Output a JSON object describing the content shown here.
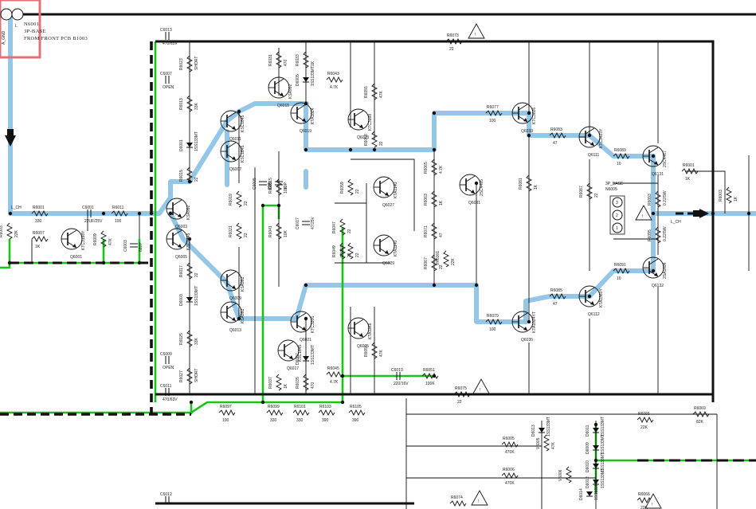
{
  "connector": {
    "name": "N6001",
    "type": "3P-BASE",
    "source": "FROM FRONT PCB B1003",
    "pin_labels": [
      "A_GND",
      "L"
    ]
  },
  "nets": {
    "input": "L_CH",
    "output": "L_CH"
  },
  "output_connector": {
    "name": "N6005",
    "type": "3P_BASE",
    "pins": [
      "3",
      "2",
      "1"
    ]
  },
  "warning_marks": [
    "!",
    "!",
    "!",
    "!",
    "!"
  ],
  "components": {
    "C6013": {
      "ref": "C6013",
      "value": "470/63V"
    },
    "C6011": {
      "ref": "C6011",
      "value": "470/63V"
    },
    "C6009": {
      "ref": "C6009",
      "value": "OPEN"
    },
    "C6007": {
      "ref": "C6007",
      "value": "OPEN"
    },
    "C6001": {
      "ref": "C6001",
      "value": "22UF/25V"
    },
    "C6003": {
      "ref": "C6003",
      "value": "680P"
    },
    "C6005": {
      "ref": "C6005",
      "value": "22P"
    },
    "C6015": {
      "ref": "C6015",
      "value": "10P"
    },
    "C6017": {
      "ref": "C6017",
      "value": "47/25V"
    },
    "C6019": {
      "ref": "C6019",
      "value": "220/16V"
    },
    "C6012": {
      "ref": "C6012",
      "value": ""
    },
    "R6001": {
      "ref": "R6001",
      "value": "330"
    },
    "R6003": {
      "ref": "R6003",
      "value": "22K"
    },
    "R6007": {
      "ref": "R6007",
      "value": "1K"
    },
    "R6009": {
      "ref": "R6009",
      "value": "47K"
    },
    "R6011": {
      "ref": "R6011",
      "value": "100"
    },
    "R6013": {
      "ref": "R6013",
      "value": "33K"
    },
    "R6015": {
      "ref": "R6015",
      "value": "22"
    },
    "R6017": {
      "ref": "R6017",
      "value": "22"
    },
    "R6019": {
      "ref": "R6019",
      "value": "22"
    },
    "R6021": {
      "ref": "R6021",
      "value": "22"
    },
    "R6023": {
      "ref": "R6023",
      "value": "SHORT"
    },
    "R6025": {
      "ref": "R6025",
      "value": "33K"
    },
    "R6027": {
      "ref": "R6027",
      "value": "SHORT"
    },
    "R6029": {
      "ref": "R6029",
      "value": "1K"
    },
    "R6031": {
      "ref": "R6031",
      "value": "470"
    },
    "R6033": {
      "ref": "R6033",
      "value": "1K"
    },
    "R6035": {
      "ref": "R6035",
      "value": "470"
    },
    "R6037": {
      "ref": "R6037",
      "value": "1K"
    },
    "R6039": {
      "ref": "R6039",
      "value": "10K"
    },
    "R6041": {
      "ref": "R6041",
      "value": "10K"
    },
    "R6043": {
      "ref": "R6043",
      "value": "4.7K"
    },
    "R6045": {
      "ref": "R6045",
      "value": "4.7K"
    },
    "R6047": {
      "ref": "R6047",
      "value": "22"
    },
    "R6049": {
      "ref": "R6049",
      "value": "22"
    },
    "R6051": {
      "ref": "R6051",
      "value": "100K"
    },
    "R6053": {
      "ref": "R6053",
      "value": "22"
    },
    "R6055": {
      "ref": "R6055",
      "value": "47K"
    },
    "R6057": {
      "ref": "R6057",
      "value": "47K"
    },
    "R6059": {
      "ref": "R6059",
      "value": "22"
    },
    "R6061": {
      "ref": "R6061",
      "value": "22"
    },
    "R6063": {
      "ref": "R6063",
      "value": "1K"
    },
    "R6065": {
      "ref": "R6065",
      "value": "4.7K"
    },
    "R6067": {
      "ref": "R6067",
      "value": "22"
    },
    "R6069": {
      "ref": "R6069",
      "value": "82K"
    },
    "R6071": {
      "ref": "R6071",
      "value": "47"
    },
    "R6073": {
      "ref": "R6073",
      "value": "22"
    },
    "R6075": {
      "ref": "R6075",
      "value": "22"
    },
    "R6077": {
      "ref": "R6077",
      "value": "100"
    },
    "R6079": {
      "ref": "R6079",
      "value": "100"
    },
    "R6081": {
      "ref": "R6081",
      "value": "1K"
    },
    "R6083": {
      "ref": "R6083",
      "value": "47"
    },
    "R6085": {
      "ref": "R6085",
      "value": "47"
    },
    "R6087": {
      "ref": "R6087",
      "value": "22"
    },
    "R6089": {
      "ref": "R6089",
      "value": "10"
    },
    "R6091": {
      "ref": "R6091",
      "value": "10"
    },
    "R6093": {
      "ref": "R6093",
      "value": "0.22/5W"
    },
    "R6095": {
      "ref": "R6095",
      "value": "0.22/5W"
    },
    "R6097": {
      "ref": "R6097",
      "value": "100"
    },
    "R6099": {
      "ref": "R6099",
      "value": "330"
    },
    "R6101": {
      "ref": "R6101",
      "value": "330"
    },
    "R6103": {
      "ref": "R6103",
      "value": "390"
    },
    "R6105": {
      "ref": "R6105",
      "value": "390"
    },
    "R6001b": {
      "ref": "R6001",
      "value": "1K"
    },
    "R6003b": {
      "ref": "R6003",
      "value": "1K"
    },
    "R6005": {
      "ref": "R6005",
      "value": "470K"
    },
    "R6006": {
      "ref": "R6006",
      "value": "470K"
    },
    "R6065b": {
      "ref": "R6065",
      "value": "22K"
    },
    "R6066": {
      "ref": "R6066",
      "value": "22K"
    },
    "R6069b": {
      "ref": "R6069",
      "value": "82K"
    },
    "R6074": {
      "ref": "R6074",
      "value": ""
    },
    "VR6001": {
      "ref": "VR6001",
      "value": "22K"
    },
    "V6005": {
      "ref": "V6005",
      "value": "47K"
    },
    "V6006": {
      "ref": "V6006",
      "value": ""
    },
    "D6001": {
      "ref": "D6001",
      "value": "1SS133MT"
    },
    "D6003": {
      "ref": "D6003",
      "value": "1SS133MT"
    },
    "D6005": {
      "ref": "D6005",
      "value": "1SS133MT"
    },
    "D6007": {
      "ref": "D6007",
      "value": "1SS133MT"
    },
    "D6009": {
      "ref": "D6009",
      "value": "1SS133MT"
    },
    "D6010": {
      "ref": "D6010",
      "value": "1SS133MT"
    },
    "D6011": {
      "ref": "D6011",
      "value": "1SS133MT"
    },
    "D6012": {
      "ref": "D6012",
      "value": "1SS133MT"
    },
    "D6013": {
      "ref": "D6013",
      "value": "1SS133MT"
    },
    "D6014": {
      "ref": "D6014",
      "value": "1SS133MT"
    },
    "Q6001": {
      "ref": "Q6001",
      "value": "KTC3198Y"
    },
    "Q6003": {
      "ref": "Q6003",
      "value": "KSA992"
    },
    "Q6005": {
      "ref": "Q6005",
      "value": "KSC1845"
    },
    "Q6007": {
      "ref": "Q6007",
      "value": "KSC1845"
    },
    "Q6009": {
      "ref": "Q6009",
      "value": "KSA992"
    },
    "Q6011": {
      "ref": "Q6011",
      "value": "KSC1845"
    },
    "Q6013": {
      "ref": "Q6013",
      "value": "KSA992"
    },
    "Q6015": {
      "ref": "Q6015",
      "value": "KSA992"
    },
    "Q6017": {
      "ref": "Q6017",
      "value": "KSC1845"
    },
    "Q6019": {
      "ref": "Q6019",
      "value": "KTA1024"
    },
    "Q6021": {
      "ref": "Q6021",
      "value": "KTC3206"
    },
    "Q6023": {
      "ref": "Q6023",
      "value": "KTC3198"
    },
    "Q6025": {
      "ref": "Q6025",
      "value": "KTA1266"
    },
    "Q6027": {
      "ref": "Q6027",
      "value": "KTA1140"
    },
    "Q6029": {
      "ref": "Q6029",
      "value": "KTA1140"
    },
    "Q6031": {
      "ref": "Q6031",
      "value": "2SC4495"
    },
    "Q6033": {
      "ref": "Q6033",
      "value": "KTC3026"
    },
    "Q6035": {
      "ref": "Q6035",
      "value": "KTA1024YT"
    },
    "Q6111": {
      "ref": "Q6111",
      "value": "KTC3423Y"
    },
    "Q6112": {
      "ref": "Q6112",
      "value": "KTA1360Y"
    },
    "Q6131": {
      "ref": "Q6131",
      "value": "2SC4467"
    },
    "Q6132": {
      "ref": "Q6132",
      "value": "2SA1694"
    }
  },
  "colors": {
    "signal_highlight": "#8ec3e6",
    "ground_highlight": "#17c417",
    "wire": "#111111",
    "corner_marker": "#e0707a"
  }
}
